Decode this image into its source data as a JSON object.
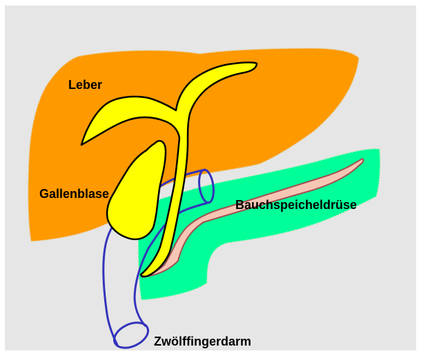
{
  "labels": {
    "liver": "Leber",
    "gallbladder": "Gallenblase",
    "pancreas": "Bauchspeicheldrüse",
    "duodenum": "Zwölffingerdarm"
  },
  "colors": {
    "background": "#e6e6e6",
    "liver": "#ff9900",
    "bile_ducts": "#ffff00",
    "pancreas": "#00ff99",
    "pancreatic_duct": "#f7c6b4",
    "duodenum_outline": "#3333bb",
    "outline": "#000000"
  },
  "icons": {
    "liver": "liver-shape",
    "gallbladder": "gallbladder-shape",
    "bile_ducts": "bile-duct-shape",
    "pancreas": "pancreas-shape",
    "pancreatic_duct": "pancreatic-duct-shape",
    "duodenum": "duodenum-outline"
  }
}
